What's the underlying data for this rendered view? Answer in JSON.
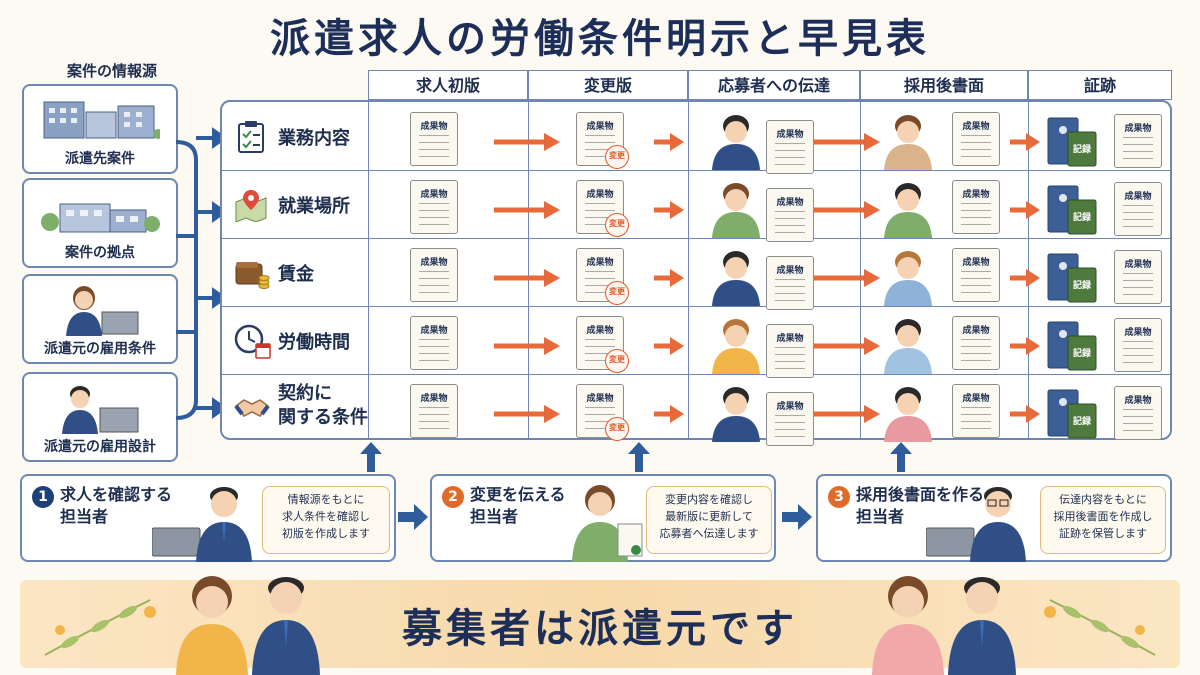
{
  "title": "派遣求人の労働条件明示と早見表",
  "sources": {
    "label": "案件の情報源",
    "items": [
      {
        "label": "派遣先案件"
      },
      {
        "label": "案件の拠点"
      },
      {
        "label": "派遣元の雇用条件"
      },
      {
        "label": "派遣元の雇用設計"
      }
    ]
  },
  "columns": [
    "求人初版",
    "変更版",
    "応募者への伝達",
    "採用後書面",
    "証跡"
  ],
  "rows": [
    {
      "label1": "業務内容",
      "label2": "",
      "icon": "clipboard-icon"
    },
    {
      "label1": "就業場所",
      "label2": "",
      "icon": "map-pin-icon"
    },
    {
      "label1": "賃金",
      "label2": "",
      "icon": "wallet-icon"
    },
    {
      "label1": "労働時間",
      "label2": "",
      "icon": "clock-icon"
    },
    {
      "label1": "契約に",
      "label2": "関する条件",
      "icon": "handshake-icon"
    }
  ],
  "doc_label": "成果物",
  "stamp_label": "変更",
  "binder_label": "記録",
  "steps": [
    {
      "num": "1",
      "title1": "求人を確認する",
      "title2": "担当者",
      "bubble": [
        "情報源をもとに",
        "求人条件を確認し",
        "初版を作成します"
      ],
      "color": "#1e3f7a"
    },
    {
      "num": "2",
      "title1": "変更を伝える",
      "title2": "担当者",
      "bubble": [
        "変更内容を確認し",
        "最新版に更新して",
        "応募者へ伝達します"
      ],
      "color": "#e06a2a"
    },
    {
      "num": "3",
      "title1": "採用後書面を作る",
      "title2": "担当者",
      "bubble": [
        "伝達内容をもとに",
        "採用後書面を作成し",
        "証跡を保管します"
      ],
      "color": "#e06a2a"
    }
  ],
  "banner": "募集者は派遣元です",
  "colors": {
    "navy": "#1d2f58",
    "border": "#6d86b3",
    "orange": "#e8693a",
    "arrow_blue": "#2f5d9c"
  }
}
